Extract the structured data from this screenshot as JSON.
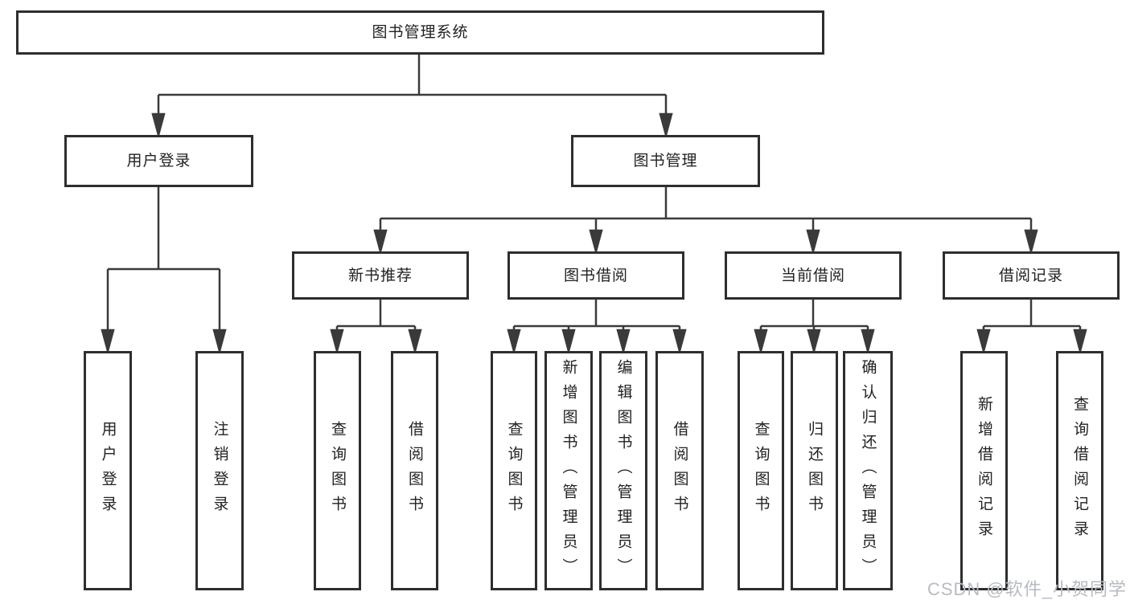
{
  "diagram": {
    "title": "图书管理系统",
    "level2": [
      {
        "label": "用户登录"
      },
      {
        "label": "图书管理"
      }
    ],
    "level3": [
      {
        "label": "新书推荐"
      },
      {
        "label": "图书借阅"
      },
      {
        "label": "当前借阅"
      },
      {
        "label": "借阅记录"
      }
    ],
    "leaves": {
      "user_login": [
        {
          "label": "用户登录"
        },
        {
          "label": "注销登录"
        }
      ],
      "new_book_recommend": [
        {
          "label": "查询图书"
        },
        {
          "label": "借阅图书"
        }
      ],
      "book_borrowing": [
        {
          "label": "查询图书"
        },
        {
          "label": "新增图书（管理员）"
        },
        {
          "label": "编辑图书（管理员）"
        },
        {
          "label": "借阅图书"
        }
      ],
      "current_borrowing": [
        {
          "label": "查询图书"
        },
        {
          "label": "归还图书"
        },
        {
          "label": "确认归还（管理员）"
        }
      ],
      "borrowing_records": [
        {
          "label": "新增借阅记录"
        },
        {
          "label": "查询借阅记录"
        }
      ]
    }
  },
  "watermark": {
    "text": "CSDN @软件_小贺同学"
  },
  "colors": {
    "line": "#3a3a3a",
    "box_border": "#2e2e2e",
    "text": "#222222",
    "watermark": "#b7bbc3",
    "background": "#ffffff"
  }
}
